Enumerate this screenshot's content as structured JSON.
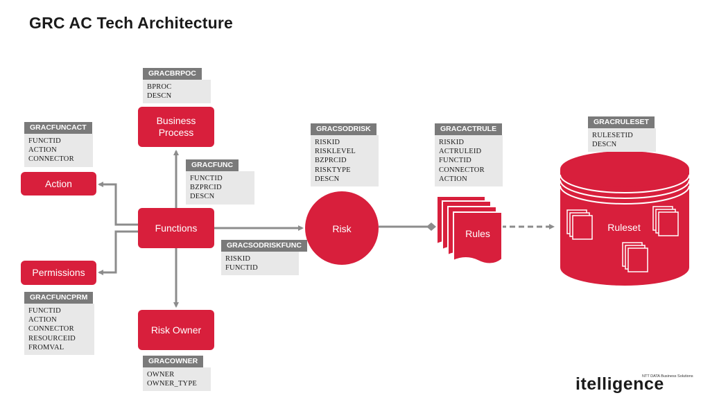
{
  "title": "GRC AC Tech Architecture",
  "nodes": {
    "business_process": "Business\nProcess",
    "action": "Action",
    "functions": "Functions",
    "permissions": "Permissions",
    "risk_owner": "Risk Owner",
    "risk": "Risk",
    "rules": "Rules",
    "ruleset": "Ruleset"
  },
  "tables": {
    "gracbrpoc": {
      "name": "GRACBRPOC",
      "fields": [
        "BPROC",
        "DESCN"
      ]
    },
    "gracfuncact": {
      "name": "GRACFUNCACT",
      "fields": [
        "FUNCTID",
        "ACTION",
        "CONNECTOR"
      ]
    },
    "gracfunc": {
      "name": "GRACFUNC",
      "fields": [
        "FUNCTID",
        "BZPRCID",
        "DESCN"
      ]
    },
    "gracfuncprm": {
      "name": "GRACFUNCPRM",
      "fields": [
        "FUNCTID",
        "ACTION",
        "CONNECTOR",
        "RESOURCEID",
        "FROMVAL"
      ]
    },
    "gracowner": {
      "name": "GRACOWNER",
      "fields": [
        "OWNER",
        "OWNER_TYPE"
      ]
    },
    "gracsodriskfunc": {
      "name": "GRACSODRISKFUNC",
      "fields": [
        "RISKID",
        "FUNCTID"
      ]
    },
    "gracsodrisk": {
      "name": "GRACSODRISK",
      "fields": [
        "RISKID",
        "RISKLEVEL",
        "BZPRCID",
        "RISKTYPE",
        "DESCN"
      ]
    },
    "gracactrule": {
      "name": "GRACACTRULE",
      "fields": [
        "RISKID",
        "ACTRULEID",
        "FUNCTID",
        "CONNECTOR",
        "ACTION"
      ]
    },
    "gracruleset": {
      "name": "GRACRULESET",
      "fields": [
        "RULESETID",
        "DESCN"
      ]
    }
  },
  "logo": {
    "main": "itelligence",
    "tagline": "NTT DATA Business Solutions"
  },
  "colors": {
    "accent": "#d81f3c",
    "header_gray": "#7a7a7a",
    "body_gray": "#e8e8e8",
    "arrow_gray": "#8c8c8c"
  }
}
